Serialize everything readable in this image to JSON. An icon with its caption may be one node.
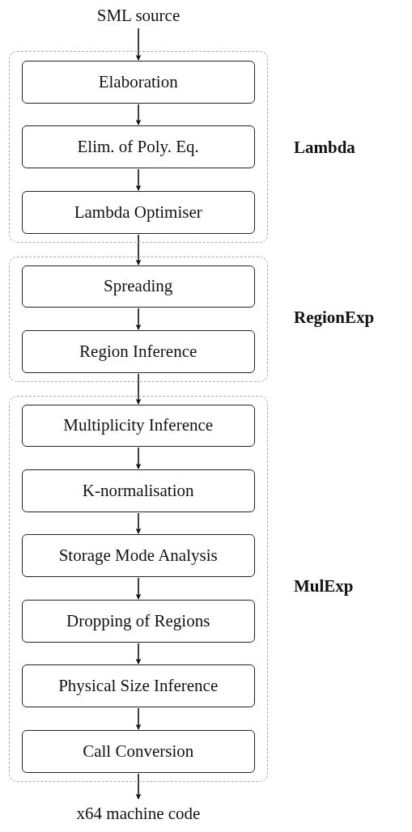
{
  "diagram": {
    "nodes": [
      {
        "text": [
          "SML source"
        ]
      },
      {
        "text": [],
        "shape": "box"
      },
      {
        "text": [
          "Elaboration"
        ],
        "in": 1
      },
      {
        "text": [
          "Elim. of Poly. Eq."
        ],
        "in": 1
      },
      {
        "text": [
          "Lambda Optimiser"
        ],
        "in": 1
      },
      {
        "text": [],
        "shape": "box"
      },
      {
        "text": [
          "Spreading"
        ],
        "in": 5
      },
      {
        "text": [
          "Region Inference"
        ],
        "in": 5
      },
      {
        "text": [],
        "shape": "box"
      },
      {
        "text": [
          "Multiplicity Inference"
        ],
        "in": 8
      },
      {
        "text": [
          "K-normalisation"
        ],
        "in": 8
      },
      {
        "text": [
          "Storage Mode Analysis"
        ],
        "in": 8
      },
      {
        "text": [
          "Dropping of Regions"
        ],
        "in": 8
      },
      {
        "text": [
          "Physical Size Inference"
        ],
        "in": 8
      },
      {
        "text": [
          "Call Conversion"
        ],
        "in": 8
      },
      {
        "text": [
          "x64 machine code"
        ]
      }
    ],
    "edges": [
      {
        "from": 0,
        "to": 2,
        "arrow": "to"
      },
      {
        "from": 2,
        "to": 3,
        "arrow": "to"
      },
      {
        "from": 3,
        "to": 4,
        "arrow": "to"
      },
      {
        "from": 4,
        "to": 6,
        "arrow": "to"
      },
      {
        "from": 6,
        "to": 7,
        "arrow": "to"
      },
      {
        "from": 7,
        "to": 9,
        "arrow": "to"
      },
      {
        "from": 9,
        "to": 10,
        "arrow": "to"
      },
      {
        "from": 10,
        "to": 11,
        "arrow": "to"
      },
      {
        "from": 11,
        "to": 12,
        "arrow": "to"
      },
      {
        "from": 12,
        "to": 13,
        "arrow": "to"
      },
      {
        "from": 13,
        "to": 14,
        "arrow": "to"
      },
      {
        "from": 14,
        "to": 15,
        "arrow": "to"
      }
    ],
    "labels": [
      "Lambda",
      "RegionExp",
      "MulExp"
    ]
  }
}
